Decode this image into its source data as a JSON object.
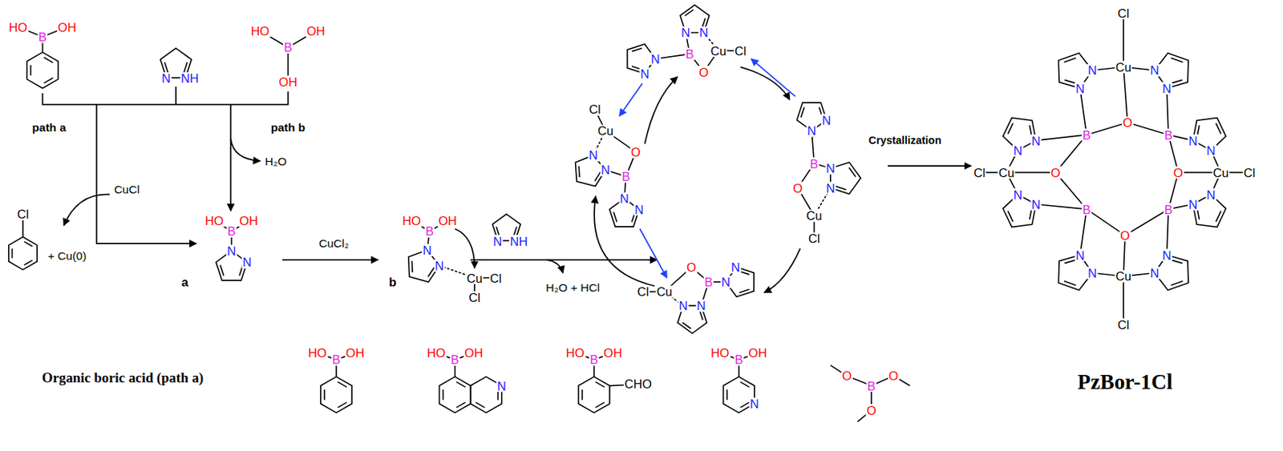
{
  "diagram": {
    "labels": [
      "HO",
      "B",
      "OH",
      "N",
      "NH",
      "HO",
      "B",
      "OH",
      "OH",
      "path a",
      "path b",
      "CuCl",
      "H₂O",
      "Cl",
      "+ Cu(0)",
      "a",
      "HO",
      "B",
      "OH",
      "N",
      "N",
      "CuCl₂",
      "b",
      "HO",
      "B",
      "OH",
      "N",
      "N",
      "Cu",
      "Cl",
      "Cl",
      "N",
      "NH",
      "H₂O + HCl",
      "Cl",
      "Cu",
      "O",
      "B",
      "N",
      "N",
      "N",
      "N",
      "N",
      "N",
      "N",
      "N",
      "B",
      "Cu",
      "Cl",
      "O",
      "Cl",
      "Cu",
      "O",
      "N",
      "N",
      "B",
      "N",
      "N",
      "N",
      "N",
      "B",
      "N",
      "N",
      "O",
      "Cu",
      "Cl",
      "Crystallization",
      "Cl",
      "Cu",
      "O",
      "B",
      "B",
      "Cl",
      "Cu",
      "O",
      "O",
      "Cu",
      "Cl",
      "B",
      "B",
      "O",
      "Cu",
      "Cl",
      "N",
      "N",
      "N",
      "N",
      "N",
      "N",
      "N",
      "N",
      "N",
      "N",
      "N",
      "N",
      "N",
      "N",
      "N",
      "N",
      "Organic boric acid (path a)",
      "HO",
      "B",
      "OH",
      "HO",
      "B",
      "OH",
      "N",
      "HO",
      "B",
      "OH",
      "CHO",
      "HO",
      "B",
      "OH",
      "N",
      "O",
      "B",
      "O",
      "O",
      "PzBor-1Cl"
    ]
  }
}
